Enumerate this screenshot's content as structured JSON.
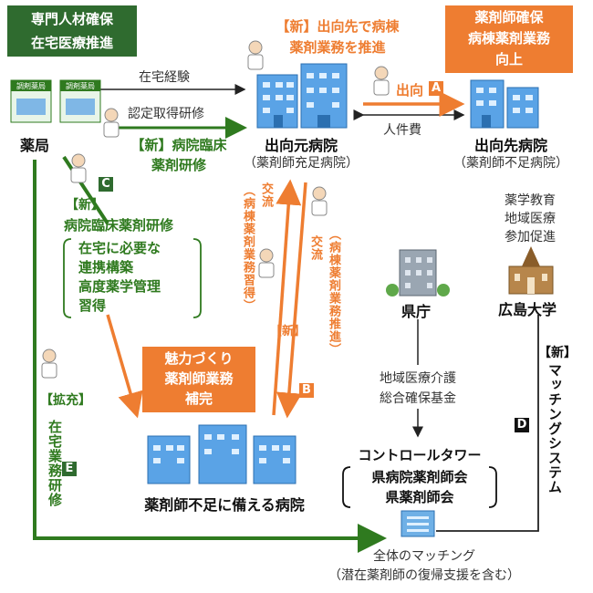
{
  "top_left_box": [
    "専門人材確保",
    "在宅医療推進"
  ],
  "top_right_box": [
    "薬剤師確保",
    "病棟薬剤業務",
    "向上"
  ],
  "top_center": [
    "【新】出向先で病棟",
    "薬剤業務を推進"
  ],
  "arrows": {
    "zaitaku_keiken": "在宅経験",
    "nintei": "認定取得研修",
    "shukko": "出向",
    "jinkenhi": "人件費",
    "koryu_left": "交流",
    "koryu_right": "交流"
  },
  "new_clinical": [
    "【新】病院臨床",
    "薬剤研修"
  ],
  "nodes": {
    "pharmacy": "薬局",
    "source_hospital": "出向元病院",
    "source_hospital_sub": "（薬剤師充足病院）",
    "dest_hospital": "出向先病院",
    "dest_hospital_sub": "（薬剤師不足病院）",
    "prefecture": "県庁",
    "university": "広島大学",
    "shortage_hospital": "薬剤師不足に備える病院"
  },
  "pharmacy_signs": [
    "調剤薬局",
    "調剤薬局"
  ],
  "badges": {
    "A": "A",
    "B": "B",
    "C": "C",
    "D": "D",
    "E": "E"
  },
  "c_block": {
    "head": "【新】",
    "title": "病院臨床薬剤研修",
    "lines": [
      "在宅に必要な",
      "連携構築",
      "高度薬学管理",
      "習得"
    ]
  },
  "university_text": [
    "薬学教育",
    "地域医療",
    "参加促進"
  ],
  "vertical_left": "（病棟薬剤業務習得）",
  "vertical_right": "（病棟薬剤業務推進）",
  "new_mid": "【新】",
  "charm_box": [
    "魅力づくり",
    "薬剤師業務",
    "補完"
  ],
  "fund": [
    "地域医療介護",
    "総合確保基金"
  ],
  "control_tower": {
    "title": "コントロールタワー",
    "lines": [
      "県病院薬剤師会",
      "県薬剤師会"
    ]
  },
  "matching_system": [
    "【新】",
    "マッチングシステム"
  ],
  "expand": {
    "head": "【拡充】",
    "body": "在宅業務研修"
  },
  "bottom": [
    "全体のマッチング",
    "（潜在薬剤師の復帰支援を含む）"
  ],
  "colors": {
    "green": "#2f6b2f",
    "orange": "#ee7d31",
    "blue": "#3b8fd6"
  }
}
